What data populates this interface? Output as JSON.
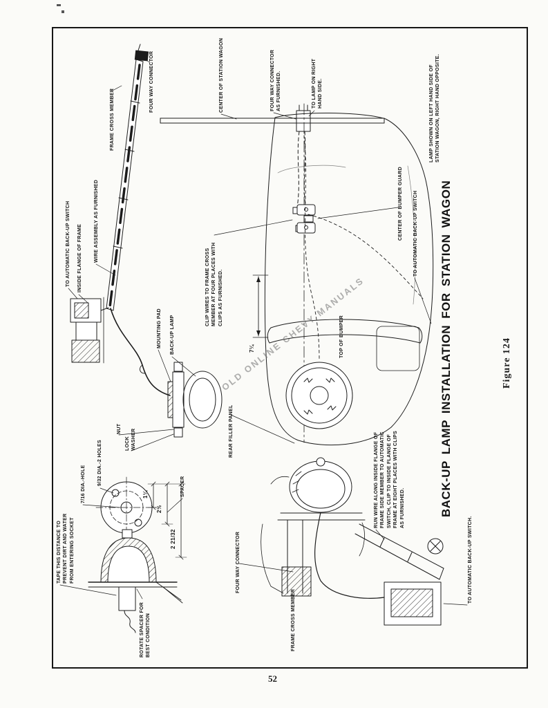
{
  "page": {
    "number": "52",
    "figure_caption": "Figure 124",
    "title": "BACK-UP LAMP INSTALLATION FOR STATION WAGON",
    "watermark": "OLD ONLINE CHEVY MANUALS",
    "ink_color": "#1c1c1c",
    "paper_color": "#fbfbf8"
  },
  "labels": {
    "four_way_connector_top": "FOUR WAY CONNECTOR",
    "frame_cross_member_top": "FRAME CROSS MEMBER",
    "center_of_station_wagon": "CENTER OF STATION WAGON",
    "four_way_connector_as_furnished": "FOUR WAY CONNECTOR\nAS FURNISHED.",
    "to_lamp_on_right": "TO LAMP ON RIGHT\nHAND SIDE.",
    "lamp_shown_note": "LAMP SHOWN ON LEFT HAND SIDE OF\nSTATION WAGON, RIGHT HAND OPPOSITE.",
    "to_automatic_switch_upper": "TO AUTOMATIC BACK-UP SWITCH",
    "inside_flange_of_frame": "INSIDE FLANGE OF FRAME",
    "wire_assembly_as_furnished": "WIRE ASSEMBLY AS FURNISHED",
    "clip_wires_note": "CLIP WIRES TO FRAME CROSS\nMEMBER AT FOUR PLACES WITH\nCLIPS AS FURNISHED.",
    "center_of_bumper_guard": "CENTER OF BUMPER GUARD",
    "to_automatic_switch_right": "TO AUTOMATIC BACK-UP SWITCH",
    "mounting_pad": "MOUNTING PAD",
    "back_up_lamp": "BACK-UP LAMP",
    "top_of_bumper": "TOP OF BUMPER",
    "dim_7_1_4": "7¼",
    "nut": "NUT",
    "lock_washer": "LOCK\nWASHER",
    "dia_9_32": "9/32 DIA.-2 HOLES",
    "dia_7_16": "7/16 DIA.-HOLE",
    "rear_filler_panel": "REAR FILLER PANEL",
    "spacer": "SPACER",
    "dim_1_1_4": "1¼",
    "dim_2_1_2": "2½",
    "dim_2_21_32": "2 21/32",
    "tape_note": "TAPE THIS DISTANCE TO\nPREVENT DIRT AND WATER\nFROM ENTERING SOCKET",
    "rotate_spacer_note": "ROTATE SPACER FOR\nBEST CONDITION",
    "four_way_connector_bottom": "FOUR WAY CONNECTOR",
    "frame_cross_member_bottom": "FRAME CROSS MEMBER",
    "run_wire_note": "RUN WIRE ALONG INSIDE FLANGE OF\nFRAME SIDE MEMBER TO AUTOMATIC\nSWITCH, CLIP TO INSIDE FLANGE OF\nFRAME AT EIGHT PLACES WITH CLIPS\nAS FURNISHED.",
    "to_automatic_switch_bottom": "TO AUTOMATIC BACK-UP SWITCH."
  }
}
